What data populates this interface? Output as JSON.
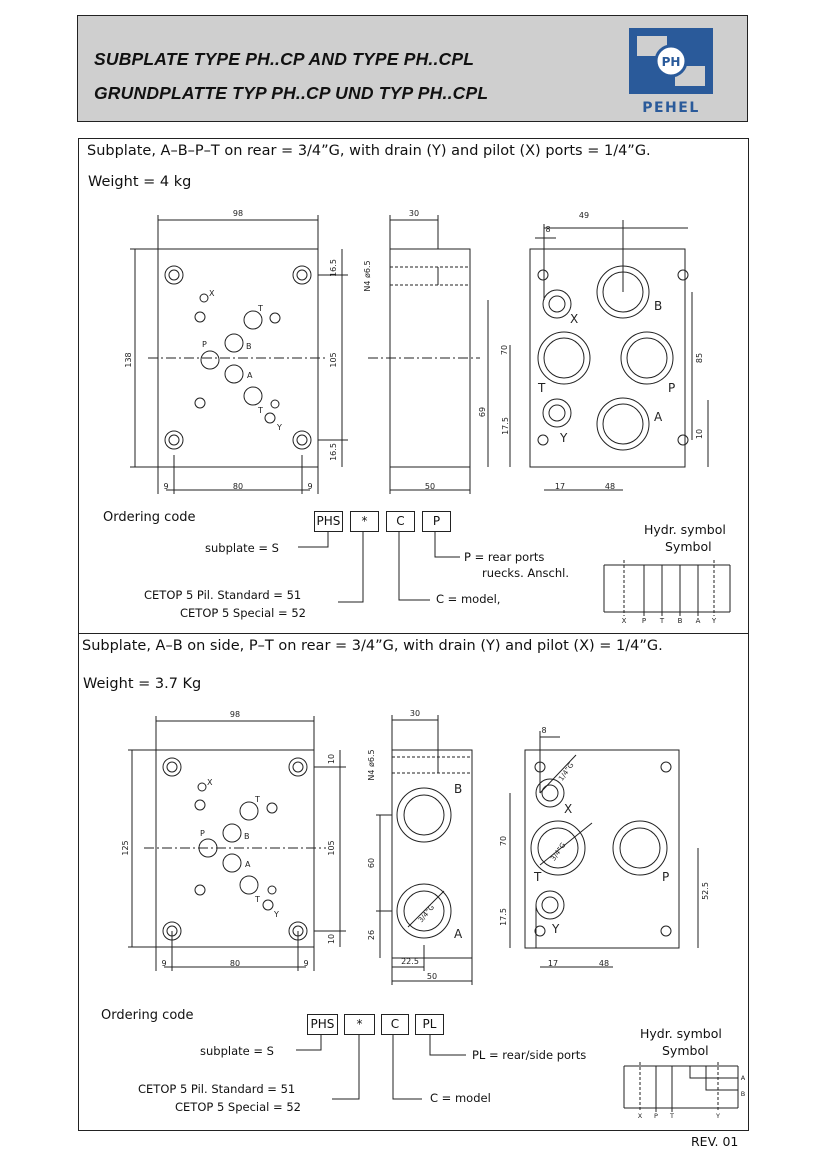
{
  "header": {
    "title_en": "SUBPLATE TYPE PH..CP AND TYPE PH..CPL",
    "title_de": "GRUNDPLATTE TYP PH..CP UND TYP PH..CPL",
    "brand": "PEHEL",
    "logo_mark": "PH",
    "logo_color": "#2a5a9a"
  },
  "section1": {
    "description": "Subplate, A–B–P–T on rear = 3/4”G, with drain (Y) and pilot (X) ports = 1/4”G.",
    "weight": "Weight = 4 kg",
    "dims": {
      "front_width": "98",
      "front_height": "138",
      "front_inner": "105",
      "top_off": "16.5",
      "bottom_off": "16.5",
      "bottom_left": "9",
      "bottom_mid": "80",
      "bottom_right": "9",
      "side_top": "30",
      "side_bottom": "50",
      "side_hole": "N4 ø6.5",
      "rear_top": "49",
      "rear_8": "8",
      "rear_70": "70",
      "rear_85": "85",
      "rear_69": "69",
      "rear_175": "17.5",
      "rear_10": "10",
      "rear_17": "17",
      "rear_48": "48"
    },
    "port_labels": {
      "x": "X",
      "t": "T",
      "p": "P",
      "b": "B",
      "a": "A",
      "y": "Y"
    },
    "ordering": {
      "title": "Ordering code",
      "boxes": [
        "PHS",
        "*",
        "C",
        "P"
      ],
      "subplate": "subplate = S",
      "cetop_std": "CETOP 5 Pil. Standard = 51",
      "cetop_spec": "CETOP 5 Special = 52",
      "model": "C = model,",
      "rear1": "P = rear ports",
      "rear2": "ruecks. Anschl."
    },
    "symbol": {
      "title1": "Hydr. symbol",
      "title2": "Symbol",
      "ports": [
        "X",
        "P",
        "T",
        "B",
        "A",
        "Y"
      ]
    }
  },
  "section2": {
    "description": "Subplate, A–B on side, P–T on rear = 3/4”G, with drain (Y) and pilot (X) = 1/4”G.",
    "weight": "Weight = 3.7 Kg",
    "dims": {
      "front_width": "98",
      "front_height": "125",
      "front_inner": "105",
      "top_off": "10",
      "bottom_off": "10",
      "bottom_left": "9",
      "bottom_mid": "80",
      "bottom_right": "9",
      "side_top": "30",
      "side_bottom": "50",
      "side_hole": "N4 ø6.5",
      "side_60": "60",
      "side_26": "26",
      "side_225": "22.5",
      "thread": "3/4”G",
      "rear_8": "8",
      "rear_thread": "1/4”G",
      "rear_70": "70",
      "rear_525": "52.5",
      "rear_175": "17.5",
      "rear_17": "17",
      "rear_48": "48"
    },
    "port_labels": {
      "x": "X",
      "t": "T",
      "p": "P",
      "b": "B",
      "a": "A",
      "y": "Y"
    },
    "ordering": {
      "title": "Ordering code",
      "boxes": [
        "PHS",
        "*",
        "C",
        "PL"
      ],
      "subplate": "subplate = S",
      "cetop_std": "CETOP 5 Pil. Standard = 51",
      "cetop_spec": "CETOP 5 Special = 52",
      "model": "C = model",
      "rear": "PL = rear/side ports"
    },
    "symbol": {
      "title1": "Hydr. symbol",
      "title2": "Symbol",
      "ports": [
        "X",
        "P",
        "T",
        "Y"
      ],
      "side_ports": [
        "A",
        "B"
      ]
    }
  },
  "footer": {
    "revision": "REV. 01"
  }
}
